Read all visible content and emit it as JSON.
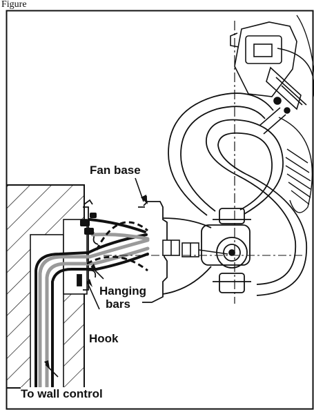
{
  "figure": {
    "caption": "Figure"
  },
  "labels": {
    "fan_base": "Fan base",
    "hanging_bars_line1": "Hanging",
    "hanging_bars_line2": "bars",
    "hook": "Hook",
    "wall_control": "To wall control"
  },
  "colors": {
    "line": "#111111",
    "gray_wire": "#9a9a9a",
    "background": "#ffffff"
  }
}
